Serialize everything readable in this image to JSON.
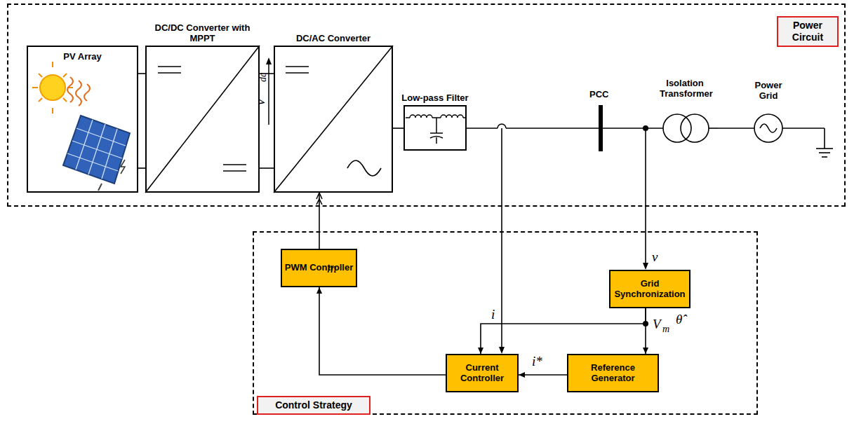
{
  "diagram": {
    "nodes": [
      {
        "text": [
          "Power Circuit"
        ]
      },
      {
        "text": [
          "PV Array"
        ],
        "in": 0
      },
      {
        "text": [
          "DC/DC Converter with MPPT"
        ],
        "in": 0
      },
      {
        "text": [
          "DC/AC Converter"
        ],
        "in": 0
      },
      {
        "text": [
          "Low-pass Filter"
        ],
        "in": 0
      },
      {
        "text": [
          "Control Strategy"
        ]
      },
      {
        "text": [
          "PWM Controller"
        ],
        "in": 5
      },
      {
        "text": [
          "Grid Synchronization"
        ],
        "in": 5
      },
      {
        "text": [
          "Current Controller"
        ],
        "in": 5
      },
      {
        "text": [
          "Reference Generator"
        ],
        "in": 5
      }
    ],
    "edges": [
      {
        "from": 1,
        "to": 2,
        "arrow": "none"
      },
      {
        "from": 1,
        "to": 2,
        "arrow": "none"
      },
      {
        "from": 2,
        "to": 3,
        "arrow": "none"
      },
      {
        "from": 2,
        "to": 3,
        "arrow": "none"
      },
      {
        "from": 3,
        "to": 4,
        "arrow": "none"
      },
      {
        "from": 6,
        "to": 3,
        "arrow": "to"
      },
      {
        "from": 8,
        "to": 6,
        "arrow": "to",
        "label": "m"
      },
      {
        "from": 7,
        "to": 8,
        "arrow": "to"
      },
      {
        "from": 7,
        "to": 9,
        "arrow": "to"
      },
      {
        "from": 9,
        "to": 8,
        "arrow": "to",
        "label": "i*"
      }
    ],
    "labels": [
      "v",
      "dc",
      "PCC",
      "Isolation Transformer",
      "Power Grid",
      "i",
      "v",
      "V",
      "m",
      "θ̂"
    ]
  }
}
